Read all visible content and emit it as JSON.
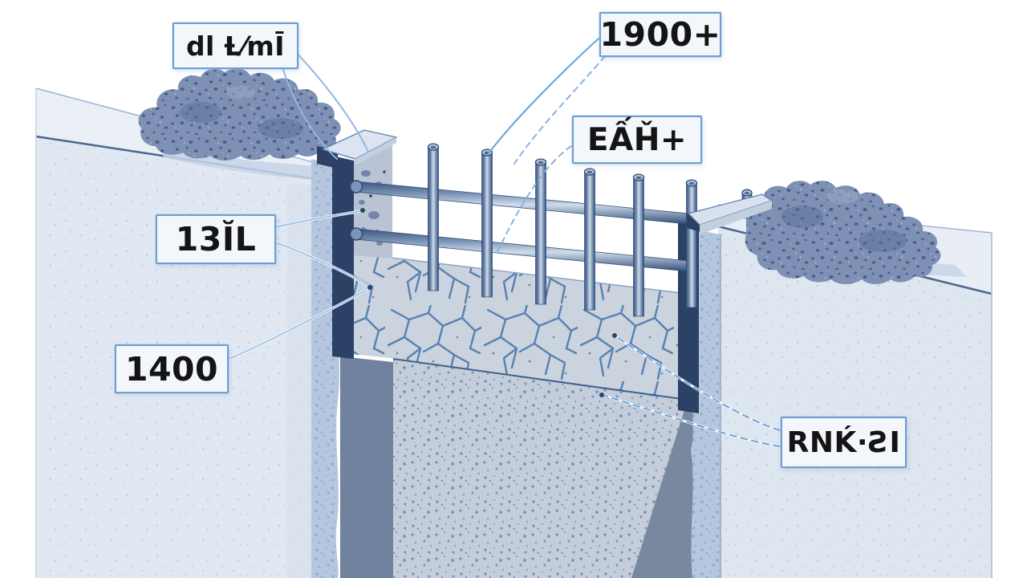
{
  "diagram": {
    "labels": [
      {
        "id": "label-top-left",
        "text": "dl Ƚ⁄mĪ"
      },
      {
        "id": "label-1900",
        "text": "1900+"
      },
      {
        "id": "label-eah",
        "text": "EẤȞ+"
      },
      {
        "id": "label-13il",
        "text": "13ĬL"
      },
      {
        "id": "label-1400",
        "text": "1400"
      },
      {
        "id": "label-rnksi",
        "text": "RNḰ·ƧI"
      }
    ],
    "colors": {
      "label_border": "#6d9fd4",
      "label_background": "#f3f6fa",
      "label_text": "#141414",
      "callout_line": "#7fb0e0",
      "soil_face": "#e1e8f1",
      "soil_edge": "#49688f",
      "gravel": "#7e90b3",
      "gravel_dark": "#3e5585",
      "guide_wall_concrete": "#b9c3d3",
      "dark_strip": "#2c4166",
      "trench_face": "#70829e",
      "concrete_column": "#c4cdd9",
      "crack_lines": "#3c6da6",
      "rebar_dark": "#3a5580",
      "rebar_light": "#cfdcea"
    }
  }
}
